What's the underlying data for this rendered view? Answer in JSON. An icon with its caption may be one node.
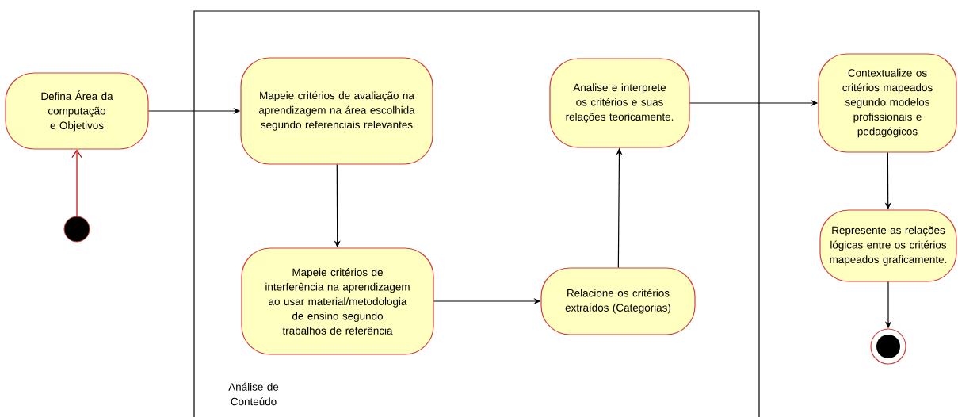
{
  "diagram": {
    "nodes": [
      {
        "text": [
          "Análise de Conteúdo"
        ]
      },
      {
        "text": [
          "Defina Área da computação e Objetivos"
        ]
      },
      {
        "text": [],
        "shape": "circle"
      },
      {
        "text": [
          "Mapeie critérios de avaliação na aprendizagem na área escolhida segundo referenciais relevantes"
        ],
        "in": 0
      },
      {
        "text": [
          "Mapeie critérios de interferência na aprendizagem ao usar material/metodologia de ensino segundo trabalhos de referência"
        ],
        "in": 0
      },
      {
        "text": [
          "Relacione os critérios extraídos (Categorias)"
        ],
        "in": 0
      },
      {
        "text": [
          "Analise e interprete os critérios e suas relações teoricamente."
        ],
        "in": 0
      },
      {
        "text": [
          "Contextualize os critérios mapeados segundo modelos profissionais e pedagógicos"
        ]
      },
      {
        "text": [
          "Represente as relações lógicas entre os critérios mapeados graficamente."
        ]
      },
      {
        "text": [],
        "shape": "circle"
      }
    ],
    "edges": [
      {
        "from": 2,
        "to": 1,
        "arrow": "to",
        "color": "#cc0000"
      },
      {
        "from": 1,
        "to": 3,
        "arrow": "to"
      },
      {
        "from": 3,
        "to": 4,
        "arrow": "to"
      },
      {
        "from": 4,
        "to": 5,
        "arrow": "to"
      },
      {
        "from": 5,
        "to": 6,
        "arrow": "to"
      },
      {
        "from": 6,
        "to": 7,
        "arrow": "to"
      },
      {
        "from": 7,
        "to": 8,
        "arrow": "to"
      },
      {
        "from": 8,
        "to": 9,
        "arrow": "to"
      }
    ]
  }
}
